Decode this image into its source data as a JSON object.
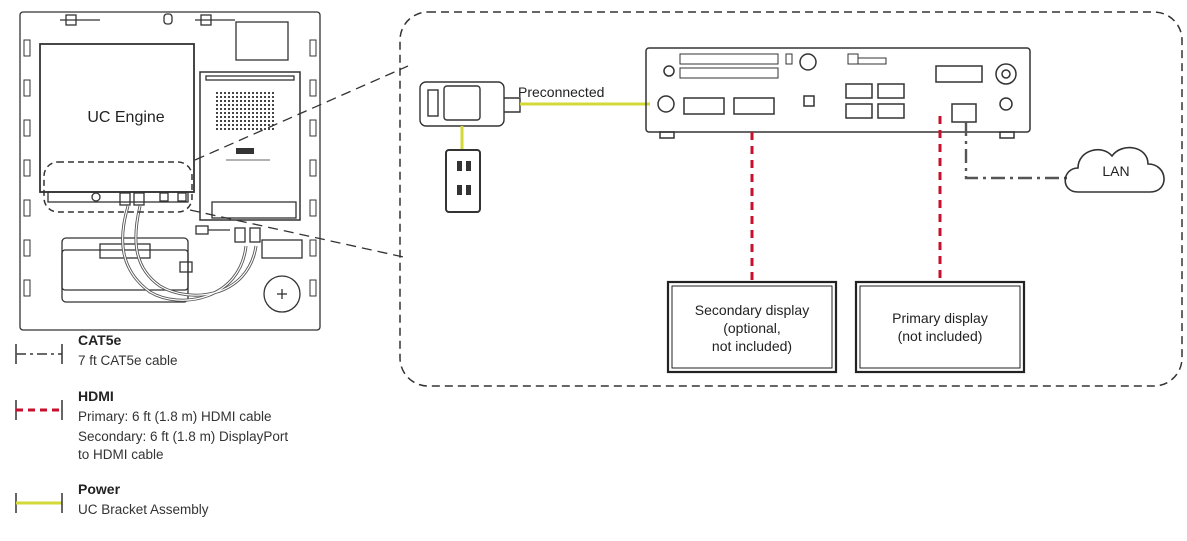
{
  "device": {
    "label": "UC Engine"
  },
  "cables": {
    "preconnected_label": "Preconnected",
    "network_label": "LAN"
  },
  "displays": {
    "secondary": {
      "line1": "Secondary display",
      "line2": "(optional,",
      "line3": "not included)"
    },
    "primary": {
      "line1": "Primary display",
      "line2": "(not included)"
    }
  },
  "legend": {
    "cat5e": {
      "title": "CAT5e",
      "desc": "7 ft CAT5e cable"
    },
    "hdmi": {
      "title": "HDMI",
      "desc1": "Primary: 6 ft (1.8 m) HDMI cable",
      "desc2": "Secondary: 6 ft (1.8 m) DisplayPort",
      "desc3": "to HDMI cable"
    },
    "power": {
      "title": "Power",
      "desc": "UC Bracket Assembly"
    }
  },
  "colors": {
    "hdmi_line": "#c8102e",
    "power_line": "#d4d93a",
    "line_dark": "#333333",
    "cat5e_line": "#555555"
  }
}
